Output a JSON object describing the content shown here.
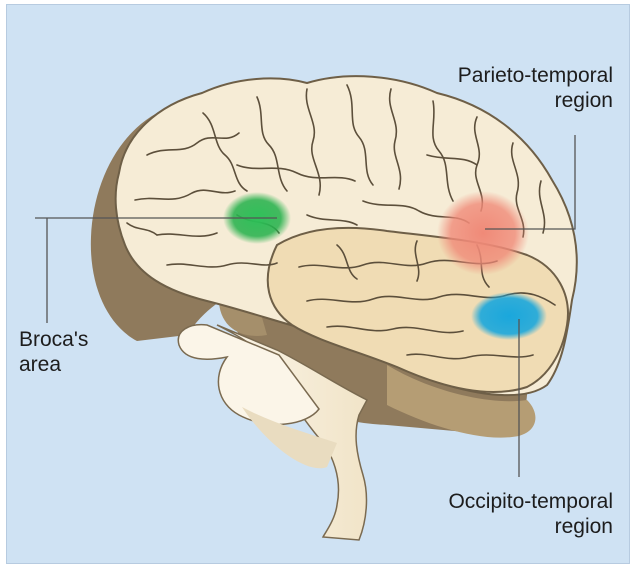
{
  "labels": {
    "parieto_temporal": {
      "line1": "Parieto-temporal",
      "line2": "region"
    },
    "broca": {
      "line1": "Broca's",
      "line2": "area"
    },
    "occipito_temporal": {
      "line1": "Occipito-temporal",
      "line2": "region"
    }
  },
  "colors": {
    "background": "#cfe2f3",
    "brain_cortex": "#f6ecd6",
    "brain_shadow": "#8f7a5c",
    "temporal_lobe": "#f0dcb4",
    "broca_highlight": "#23b04a",
    "parieto_highlight": "#f08a78",
    "occipito_highlight": "#1aa7dc",
    "leader_lines": "#555555"
  }
}
